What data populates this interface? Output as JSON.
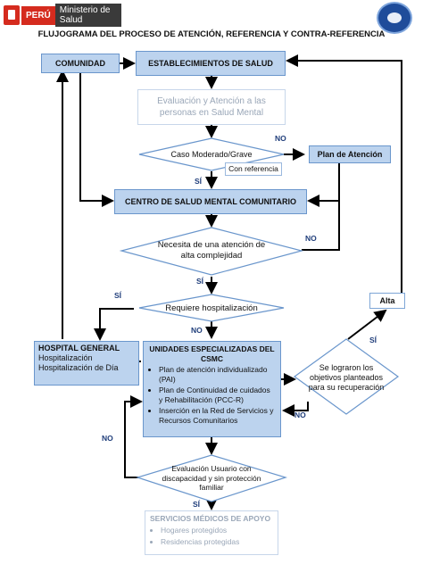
{
  "header": {
    "logo_country": "PERÚ",
    "logo_ministry": "Ministerio de Salud",
    "title": "FLUJOGRAMA DEL PROCESO DE ATENCIÓN, REFERENCIA Y CONTRA-REFERENCIA"
  },
  "nodes": {
    "comunidad": "COMUNIDAD",
    "establecimientos": "ESTABLECIMIENTOS DE SALUD",
    "evaluacion": "Evaluación y Atención a las personas en Salud Mental",
    "caso": "Caso Moderado/Grave",
    "con_referencia": "Con referencia",
    "plan_atencion": "Plan de Atención",
    "csmc": "CENTRO DE SALUD MENTAL COMUNITARIO",
    "necesita": "Necesita de una atención de alta complejidad",
    "requiere": "Requiere hospitalización",
    "alta": "Alta",
    "hospital_title": "HOSPITAL GENERAL",
    "hospital_items": [
      "Hospitalización",
      "Hospitalización de Día"
    ],
    "unidades_title": "UNIDADES ESPECIALIZADAS DEL CSMC",
    "unidades_items": [
      "Plan de atención individualizado (PAI)",
      "Plan de Continuidad de cuidados y Rehabilitación (PCC-R)",
      "Inserción en la Red de Servicios y Recursos Comunitarios"
    ],
    "objetivos": "Se lograron los objetivos planteados para su recuperación",
    "evaluacion_usuario": "Evaluación Usuario con discapacidad y sin protección familiar",
    "servicios_title": "SERVICIOS MÉDICOS DE APOYO",
    "servicios_items": [
      "Hogares protegidos",
      "Residencias protegidas"
    ]
  },
  "edge_labels": {
    "no_caso": "NO",
    "si_caso": "SÍ",
    "no_necesita": "NO",
    "si_necesita": "SÍ",
    "si_requiere": "SÍ",
    "no_requiere": "NO",
    "si_alta": "SÍ",
    "no_objetivos": "NO",
    "no_evaluacion": "NO",
    "si_evaluacion": "SÍ"
  },
  "colors": {
    "blue_fill": "#bcd3ee",
    "blue_border": "#6a96cc",
    "arrow": "#000000",
    "peru_red": "#d52b1e"
  }
}
